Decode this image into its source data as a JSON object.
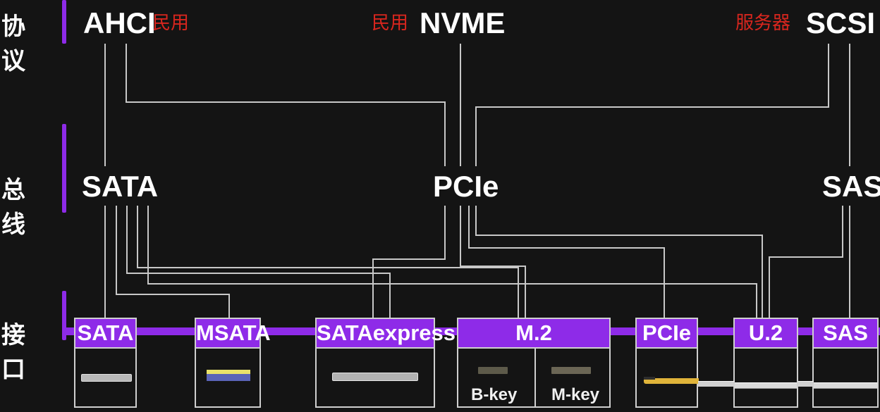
{
  "rows": {
    "protocol": "协 议",
    "bus": "总 线",
    "interface": "接 口"
  },
  "protocols": {
    "ahci": {
      "name": "AHCI",
      "tag": "民用"
    },
    "nvme": {
      "name": "NVME",
      "tag": "民用"
    },
    "scsi": {
      "name": "SCSI",
      "tag": "服务器"
    }
  },
  "buses": {
    "sata": "SATA",
    "pcie": "PCIe",
    "sas": "SAS"
  },
  "interfaces": {
    "sata": "SATA",
    "msata": "MSATA",
    "sataexpress": "SATAexpress",
    "m2": {
      "name": "M.2",
      "bkey": "B-key",
      "mkey": "M-key"
    },
    "pcie": "PCIe",
    "u2": "U.2",
    "sas": "SAS"
  },
  "colors": {
    "accent": "#8e2be8",
    "tag_red": "#d8261e",
    "line": "#c8c8c8"
  }
}
